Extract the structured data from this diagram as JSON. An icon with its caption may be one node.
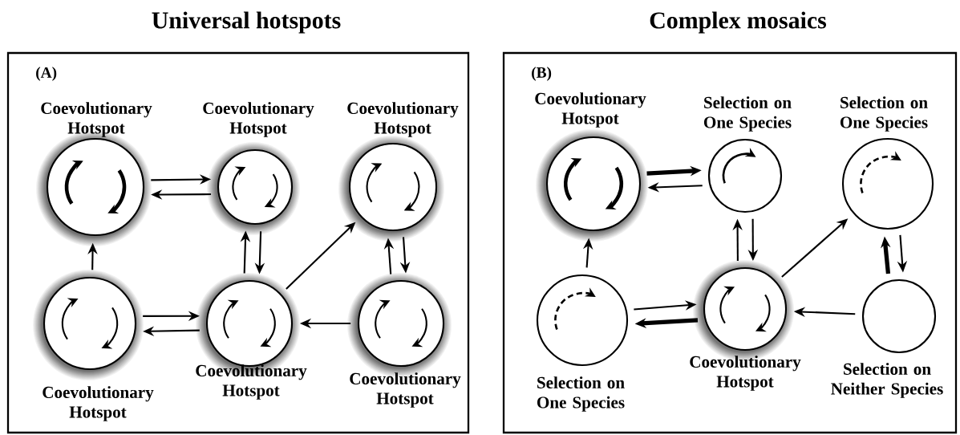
{
  "diagram": {
    "nodes": [
      {
        "text": [
          "Universal hotspots",
          "(A)"
        ]
      },
      {
        "text": [
          "Coevolutionary Hotspot"
        ],
        "in": 0
      },
      {
        "text": [
          "Coevolutionary Hotspot"
        ],
        "in": 0
      },
      {
        "text": [
          "Coevolutionary Hotspot"
        ],
        "in": 0
      },
      {
        "text": [
          "Coevolutionary Hotspot"
        ],
        "in": 0
      },
      {
        "text": [
          "Coevolutionary Hotspot"
        ],
        "in": 0
      },
      {
        "text": [
          "Coevolutionary Hotspot"
        ],
        "in": 0
      },
      {
        "text": [
          "Complex mosaics",
          "(B)"
        ]
      },
      {
        "text": [
          "Coevolutionary Hotspot"
        ],
        "in": 7
      },
      {
        "text": [
          "Selection on One Species"
        ],
        "in": 7
      },
      {
        "text": [
          "Selection on One Species"
        ],
        "in": 7
      },
      {
        "text": [
          "Selection on One Species"
        ],
        "in": 7
      },
      {
        "text": [
          "Coevolutionary Hotspot"
        ],
        "in": 7
      },
      {
        "text": [
          "Selection on Neither Species"
        ],
        "in": 7
      }
    ],
    "edges": [
      {
        "from": 1,
        "to": 2,
        "arrow": "to"
      },
      {
        "from": 2,
        "to": 1,
        "arrow": "to"
      },
      {
        "from": 4,
        "to": 1,
        "arrow": "to"
      },
      {
        "from": 5,
        "to": 2,
        "arrow": "to"
      },
      {
        "from": 2,
        "to": 5,
        "arrow": "to"
      },
      {
        "from": 4,
        "to": 5,
        "arrow": "to"
      },
      {
        "from": 5,
        "to": 4,
        "arrow": "to"
      },
      {
        "from": 5,
        "to": 3,
        "arrow": "to"
      },
      {
        "from": 3,
        "to": 6,
        "arrow": "to"
      },
      {
        "from": 6,
        "to": 3,
        "arrow": "to"
      },
      {
        "from": 6,
        "to": 5,
        "arrow": "to"
      },
      {
        "from": 8,
        "to": 9,
        "arrow": "to",
        "style": "thick"
      },
      {
        "from": 9,
        "to": 8,
        "arrow": "to"
      },
      {
        "from": 11,
        "to": 8,
        "arrow": "to"
      },
      {
        "from": 12,
        "to": 9,
        "arrow": "to"
      },
      {
        "from": 9,
        "to": 12,
        "arrow": "to"
      },
      {
        "from": 11,
        "to": 12,
        "arrow": "to"
      },
      {
        "from": 12,
        "to": 11,
        "arrow": "to",
        "style": "thick"
      },
      {
        "from": 12,
        "to": 10,
        "arrow": "to"
      },
      {
        "from": 10,
        "to": 13,
        "arrow": "to"
      },
      {
        "from": 13,
        "to": 10,
        "arrow": "to",
        "style": "thick"
      },
      {
        "from": 13,
        "to": 12,
        "arrow": "to"
      }
    ]
  }
}
